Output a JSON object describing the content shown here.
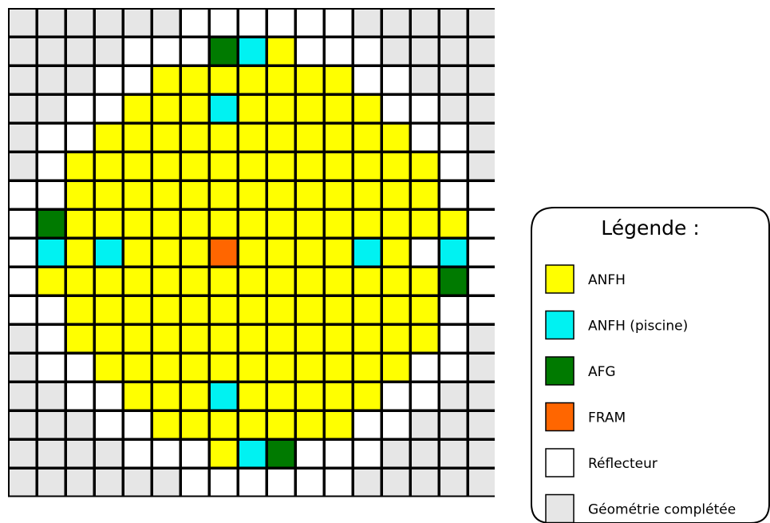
{
  "colors": {
    "A": "#ffff00",
    "P": "#00f2f2",
    "G": "#007a00",
    "F": "#ff6600",
    "R": "#ffffff",
    "C": "#e6e6e6",
    "outline": "#000000"
  },
  "core_map": [
    "CCCCCCRRRRRRCCCCC",
    "CCCCRRRGPARRRCCCC",
    "CCCRRAAAAAAARRCCC",
    "CCRRAAAPAAAAARRCC",
    "CRRAAAAAAAAAAARRC",
    "CRAAAAAAAAAAAAARC",
    "RRAAAAAAAAAAAAARR",
    "RGAAAAAAAAAAAAAAR",
    "RPAPAAAFAAAAPARPR",
    "RAAAAAAAAAAAAAAGR",
    "RRAAAAAAAAAAAAARR",
    "CRAAAAAAAAAAAAARC",
    "CRRAAAAAAAAAAARRC",
    "CCRRAAAPAAAAARRCC",
    "CCCRRAAAAAAARRCCC",
    "CCCCRRRAPGRRRCCCC",
    "CCCCCCRRRRRRCCCCC"
  ],
  "legend": {
    "title": "Légende :",
    "items": [
      {
        "code": "A",
        "label": "ANFH",
        "color": "#ffff00",
        "name": "legend-item-anfh"
      },
      {
        "code": "P",
        "label": "ANFH (piscine)",
        "color": "#00f2f2",
        "name": "legend-item-anfh-piscine"
      },
      {
        "code": "G",
        "label": "AFG",
        "color": "#007a00",
        "name": "legend-item-afg"
      },
      {
        "code": "F",
        "label": "FRAM",
        "color": "#ff6600",
        "name": "legend-item-fram"
      },
      {
        "code": "R",
        "label": "Réflecteur",
        "color": "#ffffff",
        "name": "legend-item-reflecteur"
      },
      {
        "code": "C",
        "label": "Géométrie complétée",
        "color": "#e6e6e6",
        "name": "legend-item-geometrie-completee"
      }
    ]
  }
}
